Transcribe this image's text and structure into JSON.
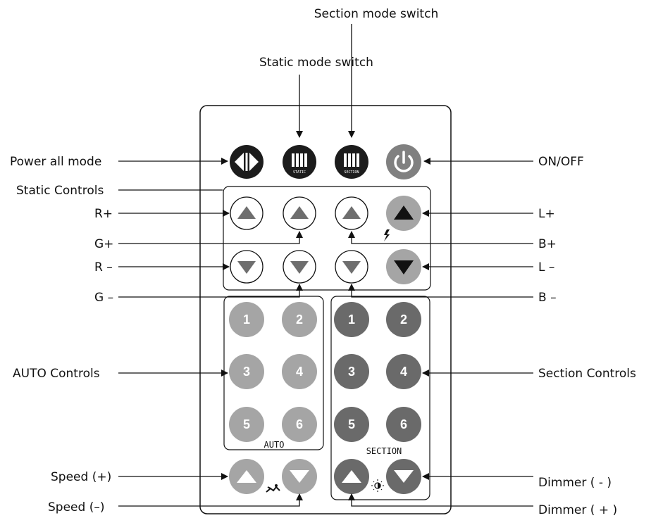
{
  "labels": {
    "section_mode_switch": "Section mode switch",
    "static_mode_switch": "Static mode switch",
    "power_all_mode": "Power all mode",
    "on_off": "ON/OFF",
    "static_controls": "Static Controls",
    "r_plus": "R+",
    "g_plus": "G+",
    "r_minus": "R –",
    "g_minus": "G –",
    "l_plus": "L+",
    "b_plus": "B+",
    "l_minus": "L –",
    "b_minus": "B –",
    "auto_controls": "AUTO Controls",
    "section_controls": "Section Controls",
    "speed_plus": "Speed (+)",
    "speed_minus": "Speed (–)",
    "dimmer_minus": "Dimmer ( - )",
    "dimmer_plus": "Dimmer ( + )"
  },
  "remote": {
    "static_button_text": "STATIC",
    "section_button_text": "SECTION",
    "auto_group_label": "AUTO",
    "section_group_label": "SECTION",
    "auto_numbers": [
      "1",
      "2",
      "3",
      "4",
      "5",
      "6"
    ],
    "section_numbers": [
      "1",
      "2",
      "3",
      "4",
      "5",
      "6"
    ]
  },
  "colors": {
    "dark_button": "#1c1c1c",
    "power_button": "#808080",
    "light_gray_button": "#a5a5a5",
    "dark_gray_button": "#6a6a6a",
    "outline_button_arrow": "#6e6e6e"
  },
  "icons": {
    "power_all_mode": "left-right-arrows-icon",
    "static_mode": "vertical-bars-icon",
    "section_mode": "vertical-bars-icon",
    "on_off": "power-icon",
    "l_indicator": "lightning-icon",
    "speed_indicator": "running-person-icon",
    "dimmer_indicator": "brightness-icon"
  }
}
